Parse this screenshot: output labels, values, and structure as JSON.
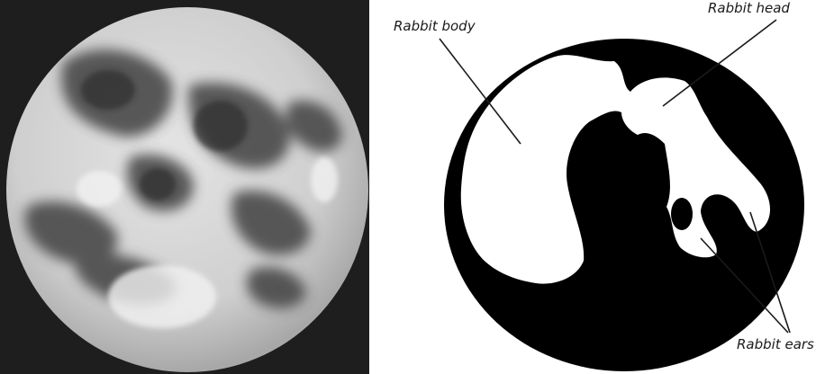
{
  "labels": {
    "body": "Rabbit body",
    "head": "Rabbit head",
    "ears": "Rabbit ears"
  },
  "colors": {
    "photo_background": "#1e1e1e",
    "moon_light": "#d4d4d4",
    "maria_dark": "#3a3a3a",
    "silhouette_dark": "#000000",
    "rabbit_white": "#ffffff"
  }
}
